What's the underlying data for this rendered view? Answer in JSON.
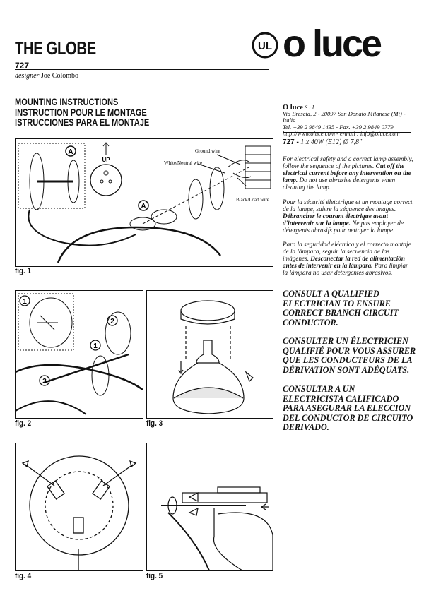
{
  "header": {
    "title": "THE GLOBE",
    "model_number": "727",
    "designer_prefix": "designer",
    "designer_name": "Joe Colombo"
  },
  "instructions_title": {
    "en": "MOUNTING INSTRUCTIONS",
    "fr": "INSTRUCTION POUR LE MONTAGE",
    "es": "ISTRUCCIONES PARA EL MONTAJE"
  },
  "logo": {
    "ul_mark": "UL",
    "brand": "o luce"
  },
  "company": {
    "name": "O luce",
    "suffix": "S.r.l.",
    "address": "Via Brescia, 2 - 20097 San Donato Milanese (Mi) - Italia",
    "phone": "Tel. +39 2 9849 1435 - Fax. +39 2 9849 0779",
    "web": "http://www.oluce.com - e-mail : info@oluce.com"
  },
  "spec": {
    "model": "727 -",
    "text": "1 x 40W (E12) Ø 7,8\""
  },
  "paragraphs": {
    "en_1": "For electrical safety and a correct lamp assembly, follow the sequence of the pictures.",
    "en_2": "Cut off the electrical current before any intervention on the lamp.",
    "en_3": "Do not use abrasive detergents when cleaning the lamp.",
    "fr_1": "Pour la sécurité életctrique et un montage correct de la lampe, suivre la séquence des images.",
    "fr_2": "Débrancher le courant électrique avant d'intervenir sur la lampe.",
    "fr_3": "Ne pas employer de détergents abrasifs pour nettoyer la lampe.",
    "es_1": "Para la seguridad eléctrica y el correcto montaje de la lámpara, seguir la secuencia de las imágenes.",
    "es_2": "Desconectar la red de alimentación antes de intervenir en la lámpara.",
    "es_3": "Para limpiar la  lámpara no usar detergentes abrasivos."
  },
  "consult": {
    "en": "CONSULT A QUALIFIED ELECTRICIAN TO ENSURE CORRECT BRANCH CIRCUIT CONDUCTOR.",
    "fr": "CONSULTER UN ÉLECTRICIEN QUALIFIÉ POUR VOUS ASSURER QUE LES CONDUCTEURS DE LA DÉRIVATION SONT ADÉQUATS.",
    "es": "CONSULTAR A UN ELECTRICISTA CALIFICADO PARA ASEGURAR LA ELECCION DEL CONDUCTOR DE CIRCUITO DERIVADO."
  },
  "figures": {
    "fig1": {
      "label": "fig. 1",
      "marker_a": "A",
      "marker_a2": "A",
      "up_label": "UP",
      "ground_wire": "Ground wire",
      "neutral_wire": "White/Neutral wire",
      "load_wire": "Black/Load wire"
    },
    "fig2": {
      "label": "fig. 2",
      "step_1": "1",
      "step_2": "2",
      "step_1b": "1",
      "step_3": "3"
    },
    "fig3": {
      "label": "fig. 3"
    },
    "fig4": {
      "label": "fig. 4"
    },
    "fig5": {
      "label": "fig. 5"
    }
  }
}
